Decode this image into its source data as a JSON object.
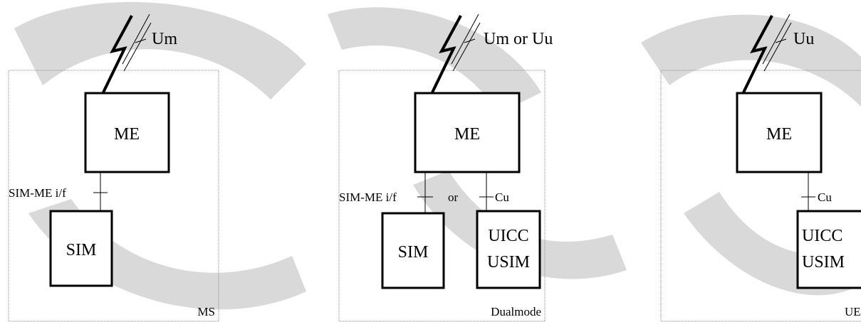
{
  "diagrams": [
    {
      "radio_interface": "Um",
      "terminal_label": "MS",
      "me_label": "ME",
      "interfaces": [
        "SIM-ME i/f"
      ],
      "cards": [
        [
          "SIM"
        ]
      ]
    },
    {
      "radio_interface": "Um or Uu",
      "terminal_label": "Dualmode",
      "me_label": "ME",
      "interfaces": [
        "SIM-ME i/f",
        "or",
        "Cu"
      ],
      "cards": [
        [
          "SIM"
        ],
        [
          "UICC",
          "USIM"
        ]
      ]
    },
    {
      "radio_interface": "Uu",
      "terminal_label": "UE",
      "me_label": "ME",
      "interfaces": [
        "Cu"
      ],
      "cards": [
        [
          "UICC",
          "USIM"
        ]
      ]
    }
  ]
}
